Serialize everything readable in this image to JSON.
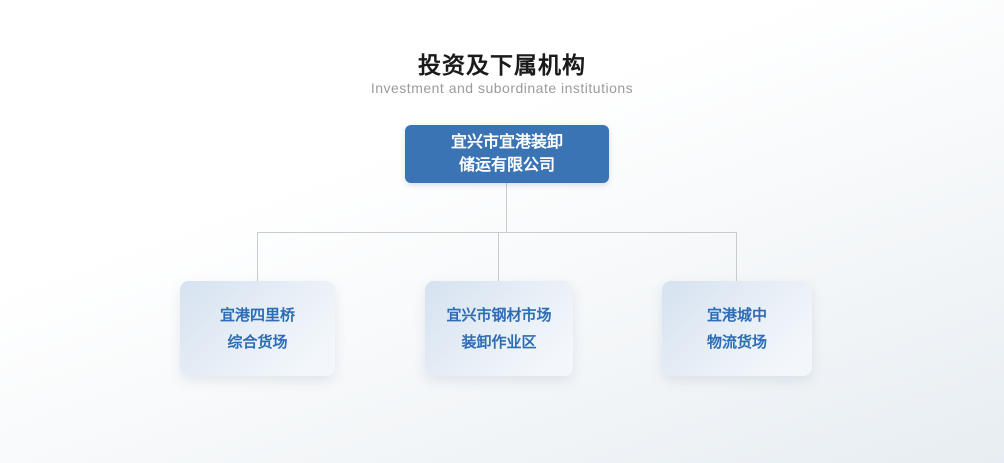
{
  "page": {
    "title": "投资及下属机构",
    "subtitle": "Investment and subordinate institutions"
  },
  "org_chart": {
    "type": "org-tree",
    "root": {
      "line1": "宜兴市宜港装卸",
      "line2": "储运有限公司"
    },
    "children": [
      {
        "line1": "宜港四里桥",
        "line2": "综合货场"
      },
      {
        "line1": "宜兴市钢材市场",
        "line2": "装卸作业区"
      },
      {
        "line1": "宜港城中",
        "line2": "物流货场"
      }
    ]
  },
  "colors": {
    "title_text": "#1a1a1a",
    "subtitle_text": "#9b9b9b",
    "root_bg": "#3b74b5",
    "root_text": "#ffffff",
    "child_text": "#2e6cb5",
    "child_bg_start": "#d6e2f0",
    "child_bg_end": "#f3f7fb",
    "connector": "#c9ccce"
  }
}
